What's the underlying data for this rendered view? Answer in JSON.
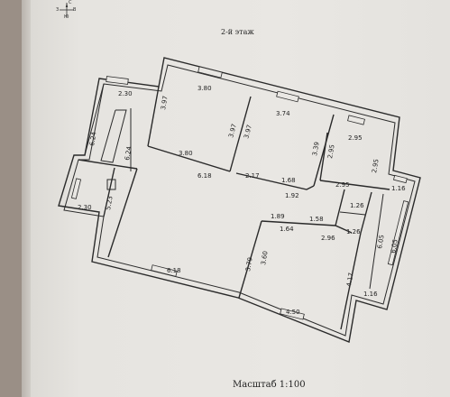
{
  "title": "2-й этаж",
  "scale": "Масштаб 1:100",
  "compass": {
    "icon": "compass-rose-icon",
    "north": "С",
    "south": "Ю",
    "west": "З",
    "east": "В"
  },
  "dimensions": [
    "2.30",
    "3.80",
    "3.97",
    "3.97",
    "3.74",
    "3.97",
    "2.95",
    "3.39",
    "2.95",
    "6.24",
    "6.24",
    "3.80",
    "6.18",
    "2.17",
    "1.68",
    "1.92",
    "2.95",
    "2.95",
    "1.16",
    "2.30",
    "5.23",
    "1.89",
    "1.58",
    "1.26",
    "1.64",
    "2.96",
    "1.26",
    "6.05",
    "6.05",
    "3.79",
    "3.60",
    "6.18",
    "4.17",
    "4.50",
    "1.16"
  ]
}
